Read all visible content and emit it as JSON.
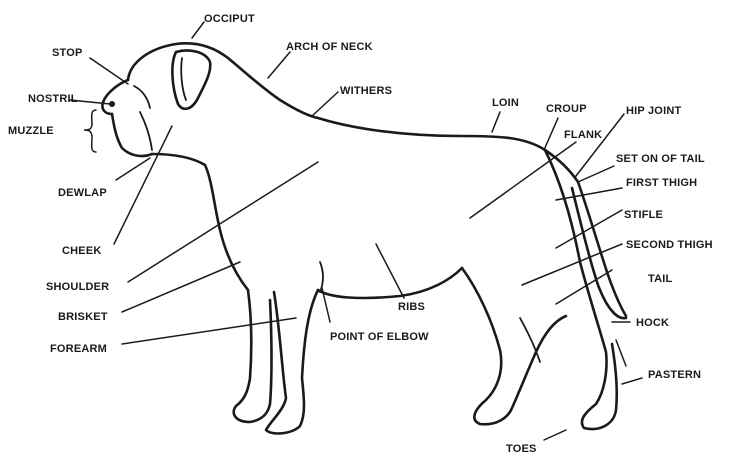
{
  "diagram": {
    "labels": {
      "occiput": "OCCIPUT",
      "stop": "STOP",
      "arch_of_neck": "ARCH OF NECK",
      "nostril": "NOSTRIL",
      "withers": "WITHERS",
      "muzzle": "MUZZLE",
      "loin": "LOIN",
      "croup": "CROUP",
      "hip_joint": "HIP JOINT",
      "flank": "FLANK",
      "set_on_of_tail": "SET ON OF TAIL",
      "first_thigh": "FIRST THIGH",
      "dewlap": "DEWLAP",
      "stifle": "STIFLE",
      "second_thigh": "SECOND THIGH",
      "cheek": "CHEEK",
      "tail": "TAIL",
      "shoulder": "SHOULDER",
      "ribs": "RIBS",
      "brisket": "BRISKET",
      "hock": "HOCK",
      "point_of_elbow": "POINT OF ELBOW",
      "forearm": "FOREARM",
      "pastern": "PASTERN",
      "toes": "TOES"
    }
  }
}
